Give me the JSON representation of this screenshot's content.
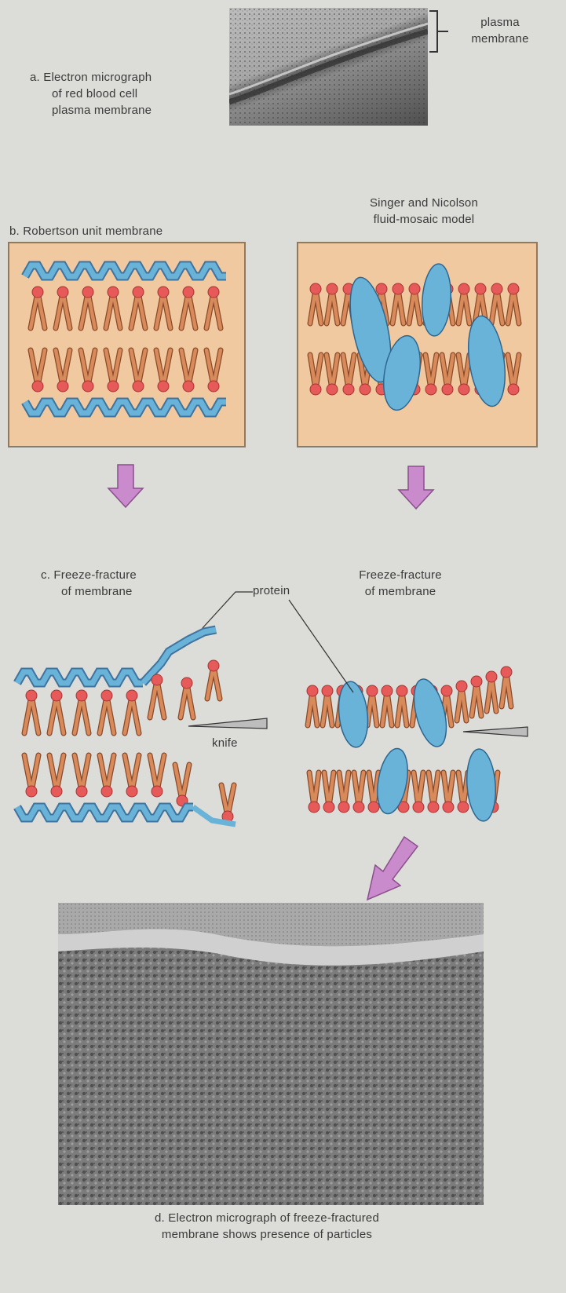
{
  "labels": {
    "a_line1": "a. Electron micrograph",
    "a_line2": "of red blood cell",
    "a_line3": "plasma membrane",
    "plasma_line1": "plasma",
    "plasma_line2": "membrane",
    "b_title": "b. Robertson unit membrane",
    "singer_line1": "Singer and Nicolson",
    "singer_line2": "fluid-mosaic model",
    "c_line1": "c. Freeze-fracture",
    "c_line2": "of membrane",
    "ff_line1": "Freeze-fracture",
    "ff_line2": "of membrane",
    "protein": "protein",
    "knife": "knife",
    "d_line1": "d. Electron micrograph of freeze-fractured",
    "d_line2": "membrane shows presence of particles"
  },
  "colors": {
    "panel_fill": "#f0c9a0",
    "protein_blue": "#6ab3d8",
    "lipid_tail": "#d98a5a",
    "lipid_head": "#e65a5a",
    "arrow_purple": "#c98bcb",
    "background": "#dcdcd8"
  }
}
